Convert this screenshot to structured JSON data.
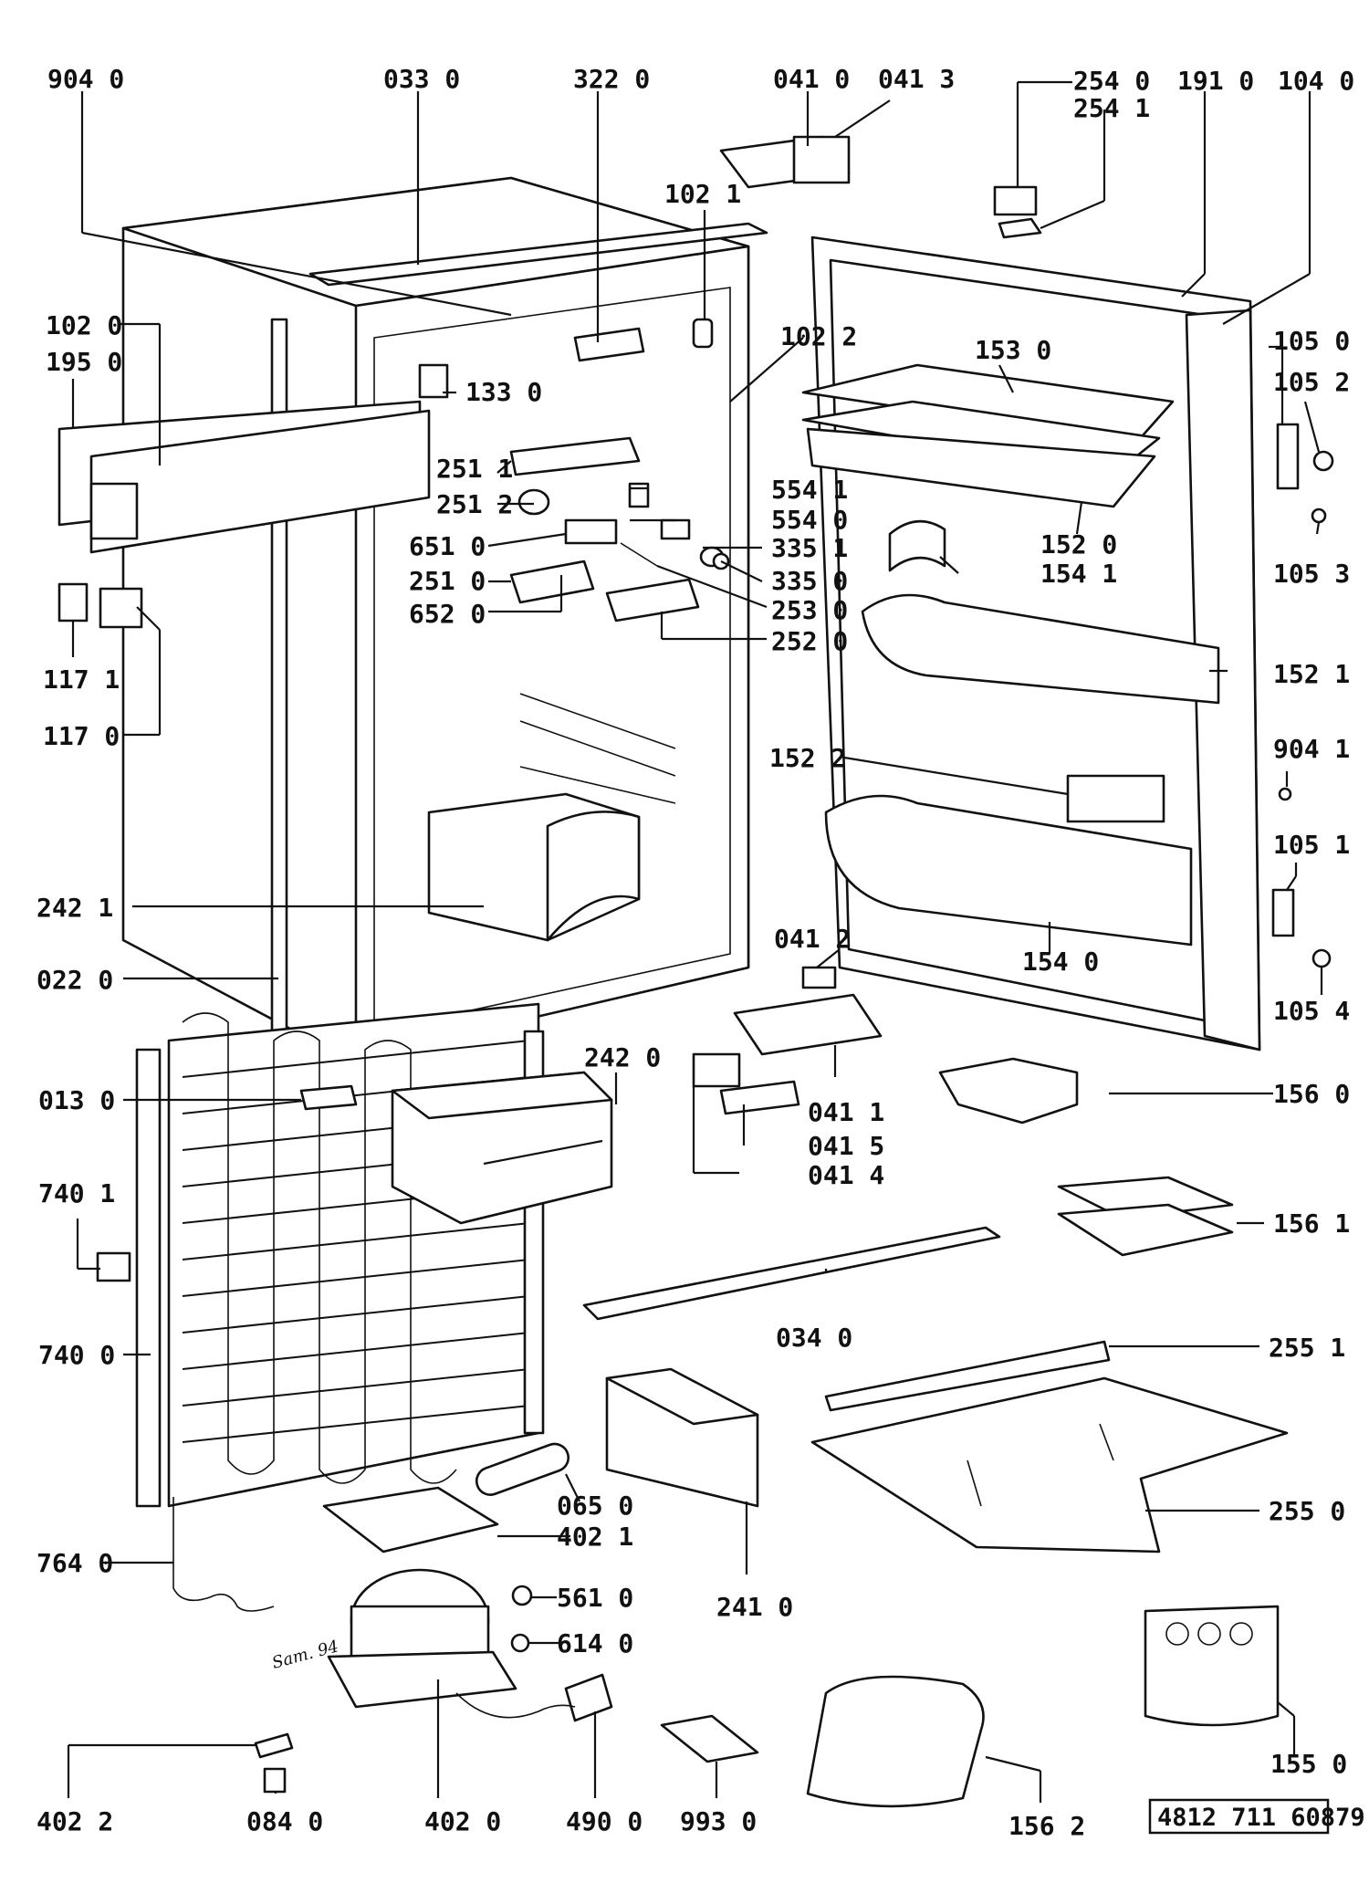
{
  "diagram": {
    "document_code": "4812 711 60879",
    "handwritten_note": "Sam. 94",
    "labels": [
      {
        "id": "l9040",
        "text": "904 0"
      },
      {
        "id": "l0330",
        "text": "033 0"
      },
      {
        "id": "l3220",
        "text": "322 0"
      },
      {
        "id": "l0410",
        "text": "041 0"
      },
      {
        "id": "l0413",
        "text": "041 3"
      },
      {
        "id": "l2540",
        "text": "254 0"
      },
      {
        "id": "l2541",
        "text": "254 1"
      },
      {
        "id": "l1910",
        "text": "191 0"
      },
      {
        "id": "l1040",
        "text": "104 0"
      },
      {
        "id": "l1021",
        "text": "102 1"
      },
      {
        "id": "l1020",
        "text": "102 0"
      },
      {
        "id": "l1950",
        "text": "195 0"
      },
      {
        "id": "l1022",
        "text": "102 2"
      },
      {
        "id": "l1330",
        "text": "133 0"
      },
      {
        "id": "l1530",
        "text": "153 0"
      },
      {
        "id": "l1050",
        "text": "105 0"
      },
      {
        "id": "l1052",
        "text": "105 2"
      },
      {
        "id": "l2511",
        "text": "251 1"
      },
      {
        "id": "l5541",
        "text": "554 1"
      },
      {
        "id": "l2512",
        "text": "251 2"
      },
      {
        "id": "l5540",
        "text": "554 0"
      },
      {
        "id": "l6510",
        "text": "651 0"
      },
      {
        "id": "l3351",
        "text": "335 1"
      },
      {
        "id": "l1520",
        "text": "152 0"
      },
      {
        "id": "l2510",
        "text": "251 0"
      },
      {
        "id": "l3350",
        "text": "335 0"
      },
      {
        "id": "l1541",
        "text": "154 1"
      },
      {
        "id": "l1053",
        "text": "105 3"
      },
      {
        "id": "l6520",
        "text": "652 0"
      },
      {
        "id": "l2530",
        "text": "253 0"
      },
      {
        "id": "l2520",
        "text": "252 0"
      },
      {
        "id": "l1171",
        "text": "117 1"
      },
      {
        "id": "l1521",
        "text": "152 1"
      },
      {
        "id": "l1170",
        "text": "117 0"
      },
      {
        "id": "l1522",
        "text": "152 2"
      },
      {
        "id": "l9041",
        "text": "904 1"
      },
      {
        "id": "l1051",
        "text": "105 1"
      },
      {
        "id": "l2421",
        "text": "242 1"
      },
      {
        "id": "l0412",
        "text": "041 2"
      },
      {
        "id": "l1540",
        "text": "154 0"
      },
      {
        "id": "l0220",
        "text": "022 0"
      },
      {
        "id": "l1054",
        "text": "105 4"
      },
      {
        "id": "l2420",
        "text": "242 0"
      },
      {
        "id": "l0130",
        "text": "013 0"
      },
      {
        "id": "l0411",
        "text": "041 1"
      },
      {
        "id": "l1560",
        "text": "156 0"
      },
      {
        "id": "l0415",
        "text": "041 5"
      },
      {
        "id": "l0414",
        "text": "041 4"
      },
      {
        "id": "l7401",
        "text": "740 1"
      },
      {
        "id": "l1561",
        "text": "156 1"
      },
      {
        "id": "l0340",
        "text": "034 0"
      },
      {
        "id": "l7400",
        "text": "740 0"
      },
      {
        "id": "l2551",
        "text": "255 1"
      },
      {
        "id": "l0650",
        "text": "065 0"
      },
      {
        "id": "l2550",
        "text": "255 0"
      },
      {
        "id": "l4021",
        "text": "402 1"
      },
      {
        "id": "l7640",
        "text": "764 0"
      },
      {
        "id": "l5610",
        "text": "561 0"
      },
      {
        "id": "l2410",
        "text": "241 0"
      },
      {
        "id": "l6140",
        "text": "614 0"
      },
      {
        "id": "l1550",
        "text": "155 0"
      },
      {
        "id": "l4022",
        "text": "402 2"
      },
      {
        "id": "l0840",
        "text": "084 0"
      },
      {
        "id": "l4020",
        "text": "402 0"
      },
      {
        "id": "l4900",
        "text": "490 0"
      },
      {
        "id": "l9930",
        "text": "993 0"
      },
      {
        "id": "l1562",
        "text": "156 2"
      }
    ]
  }
}
